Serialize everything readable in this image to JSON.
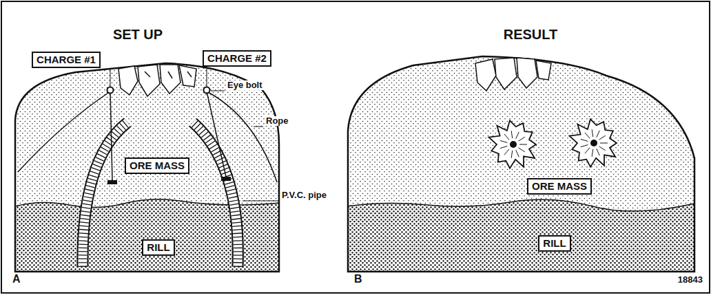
{
  "diagram": {
    "nodes": [
      {
        "text": [
          "CHARGE #1"
        ]
      },
      {
        "text": [
          "CHARGE #2"
        ]
      },
      {
        "text": [
          "ORE MASS"
        ]
      },
      {
        "text": [
          "RILL"
        ]
      },
      {
        "text": [
          "ORE MASS"
        ]
      },
      {
        "text": [
          "RILL"
        ]
      }
    ],
    "labels": [
      "SET UP",
      "RESULT",
      "Eye bolt",
      "Rope",
      "P.V.C. pipe",
      "A",
      "B",
      "18843"
    ]
  }
}
